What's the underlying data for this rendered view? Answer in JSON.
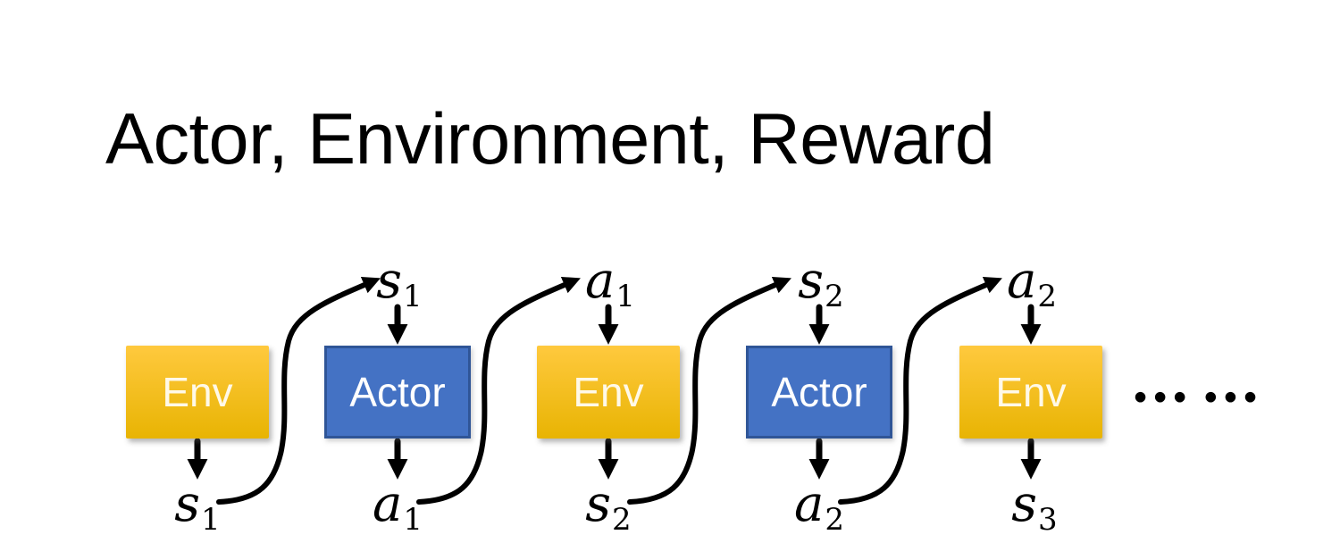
{
  "title": "Actor, Environment, Reward",
  "colors": {
    "env_top": "#FFC93E",
    "env_bottom": "#E8B403",
    "env_text": "#FFF9E8",
    "actor_fill": "#4472C4",
    "actor_border": "#2F5597",
    "actor_text": "#FFFFFF",
    "arrow": "#000000"
  },
  "boxes": [
    {
      "type": "env",
      "label": "Env",
      "bottom_label": {
        "base": "s",
        "sub": "1"
      }
    },
    {
      "type": "actor",
      "label": "Actor",
      "top_label": {
        "base": "s",
        "sub": "1"
      },
      "bottom_label": {
        "base": "a",
        "sub": "1"
      }
    },
    {
      "type": "env",
      "label": "Env",
      "top_label": {
        "base": "a",
        "sub": "1"
      },
      "bottom_label": {
        "base": "s",
        "sub": "2"
      }
    },
    {
      "type": "actor",
      "label": "Actor",
      "top_label": {
        "base": "s",
        "sub": "2"
      },
      "bottom_label": {
        "base": "a",
        "sub": "2"
      }
    },
    {
      "type": "env",
      "label": "Env",
      "top_label": {
        "base": "a",
        "sub": "2"
      },
      "bottom_label": {
        "base": "s",
        "sub": "3"
      }
    }
  ],
  "ellipsis": "••• •••"
}
